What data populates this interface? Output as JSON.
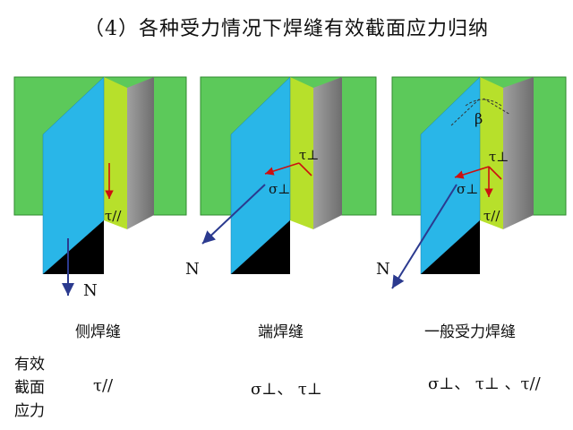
{
  "title": "（4）各种受力情况下焊缝有效截面应力归纳",
  "panels": [
    {
      "caption": "侧焊缝",
      "force_label": "N",
      "stress_labels": [
        "τ//"
      ]
    },
    {
      "caption": "端焊缝",
      "force_label": "N",
      "stress_labels": [
        "σ⊥",
        "τ⊥"
      ]
    },
    {
      "caption": "一般受力焊缝",
      "force_label": "N",
      "stress_labels": [
        "σ⊥",
        "τ⊥",
        "τ//"
      ],
      "angle_label": "β"
    }
  ],
  "row_label": [
    "有效",
    "截面",
    "应力"
  ],
  "values": [
    "τ//",
    "σ⊥、 τ⊥",
    "σ⊥、 τ⊥ 、τ//"
  ],
  "colors": {
    "plate_green": "#5cc95a",
    "plate_blue": "#29b6e8",
    "weld_yellow": "#b7e02b",
    "weld_gray": "#8c8c8c",
    "arrow_red": "#cc1010",
    "arrow_navy": "#2b3a8f"
  }
}
